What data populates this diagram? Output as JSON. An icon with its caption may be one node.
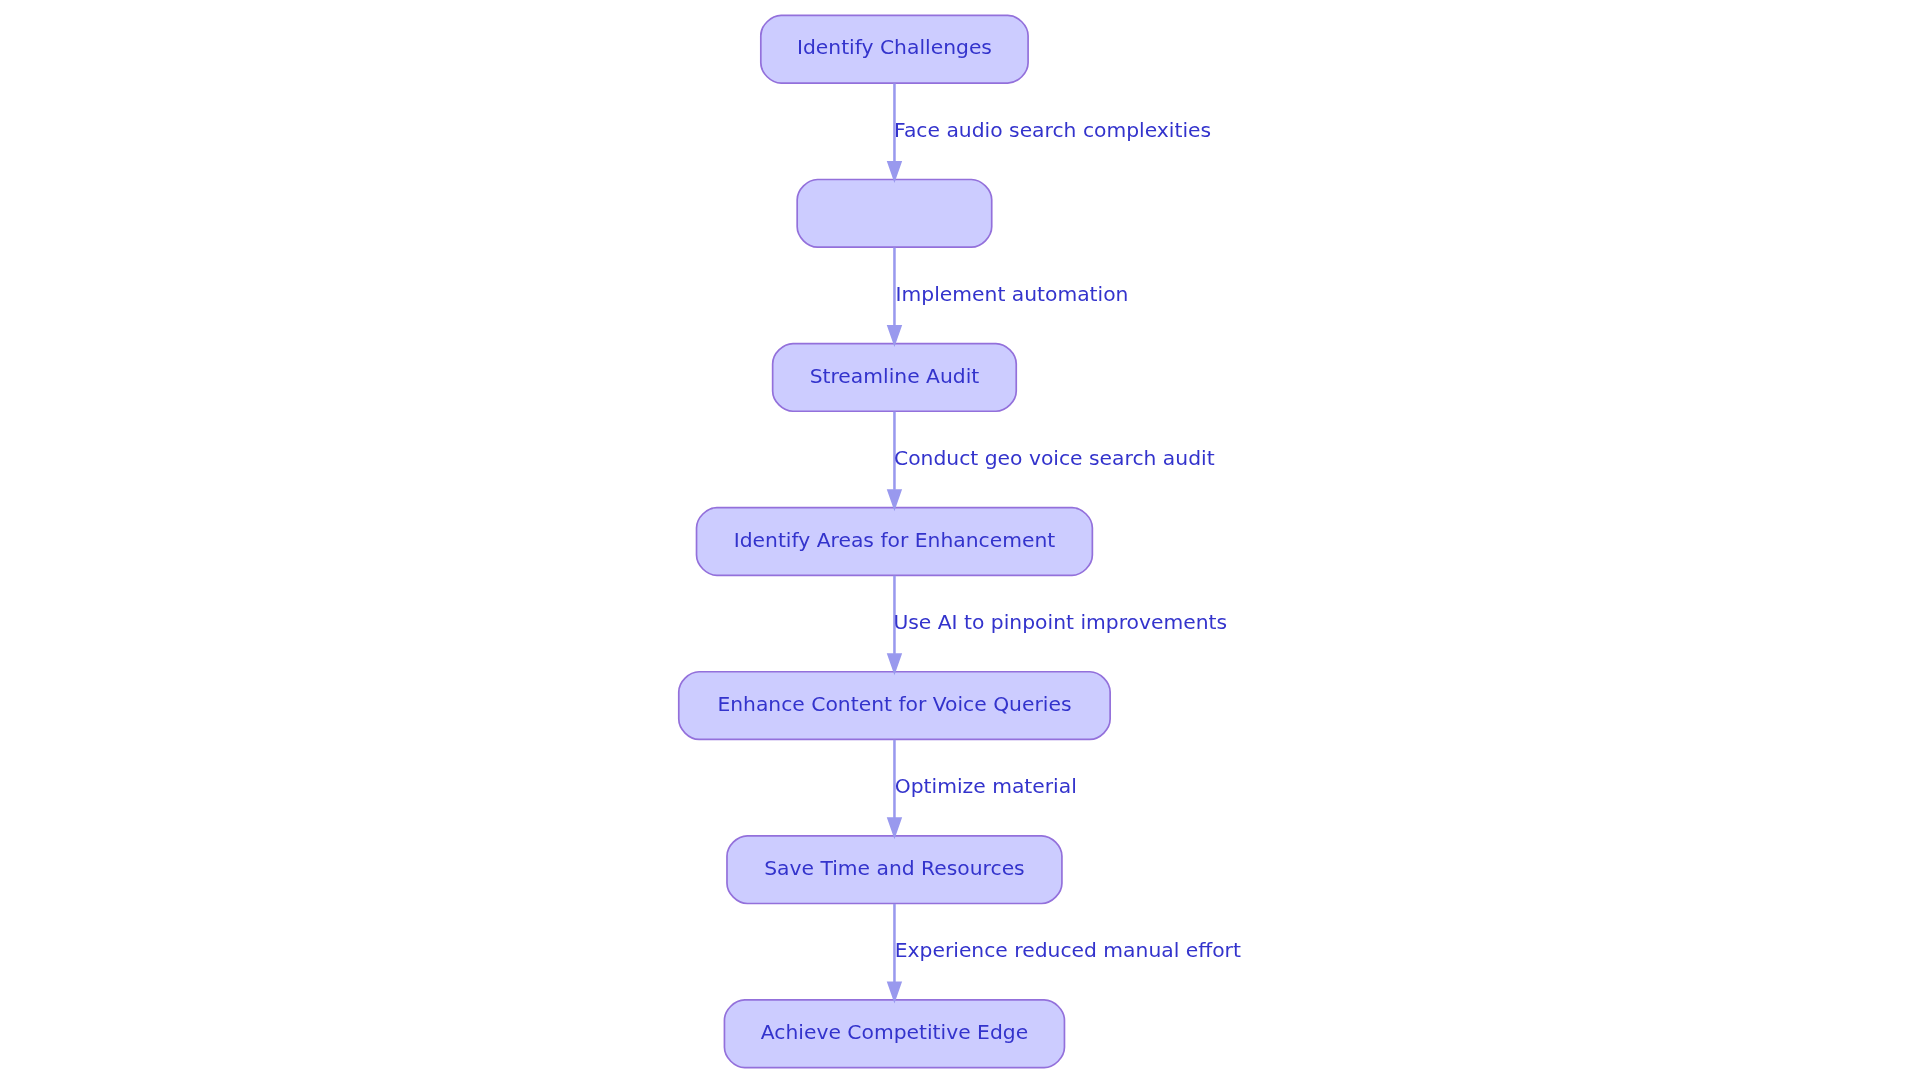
{
  "diagram": {
    "nodes": [
      {
        "text": [
          "Identify Challenges"
        ]
      },
      {
        "text": [],
        "shape": "box"
      },
      {
        "text": [
          "Streamline Audit"
        ]
      },
      {
        "text": [
          "Identify Areas for Enhancement"
        ]
      },
      {
        "text": [
          "Enhance Content for Voice Queries"
        ]
      },
      {
        "text": [
          "Save Time and Resources"
        ]
      },
      {
        "text": [
          "Achieve Competitive Edge"
        ]
      }
    ],
    "edges": [
      {
        "from": 0,
        "to": 1,
        "arrow": "to",
        "label": "Face audio search complexities"
      },
      {
        "from": 1,
        "to": 2,
        "arrow": "to",
        "label": "Implement automation"
      },
      {
        "from": 2,
        "to": 3,
        "arrow": "to",
        "label": "Conduct geo voice search audit"
      },
      {
        "from": 3,
        "to": 4,
        "arrow": "to",
        "label": "Use AI to pinpoint improvements"
      },
      {
        "from": 4,
        "to": 5,
        "arrow": "to",
        "label": "Optimize material"
      },
      {
        "from": 5,
        "to": 6,
        "arrow": "to",
        "label": "Experience reduced manual effort"
      }
    ]
  }
}
